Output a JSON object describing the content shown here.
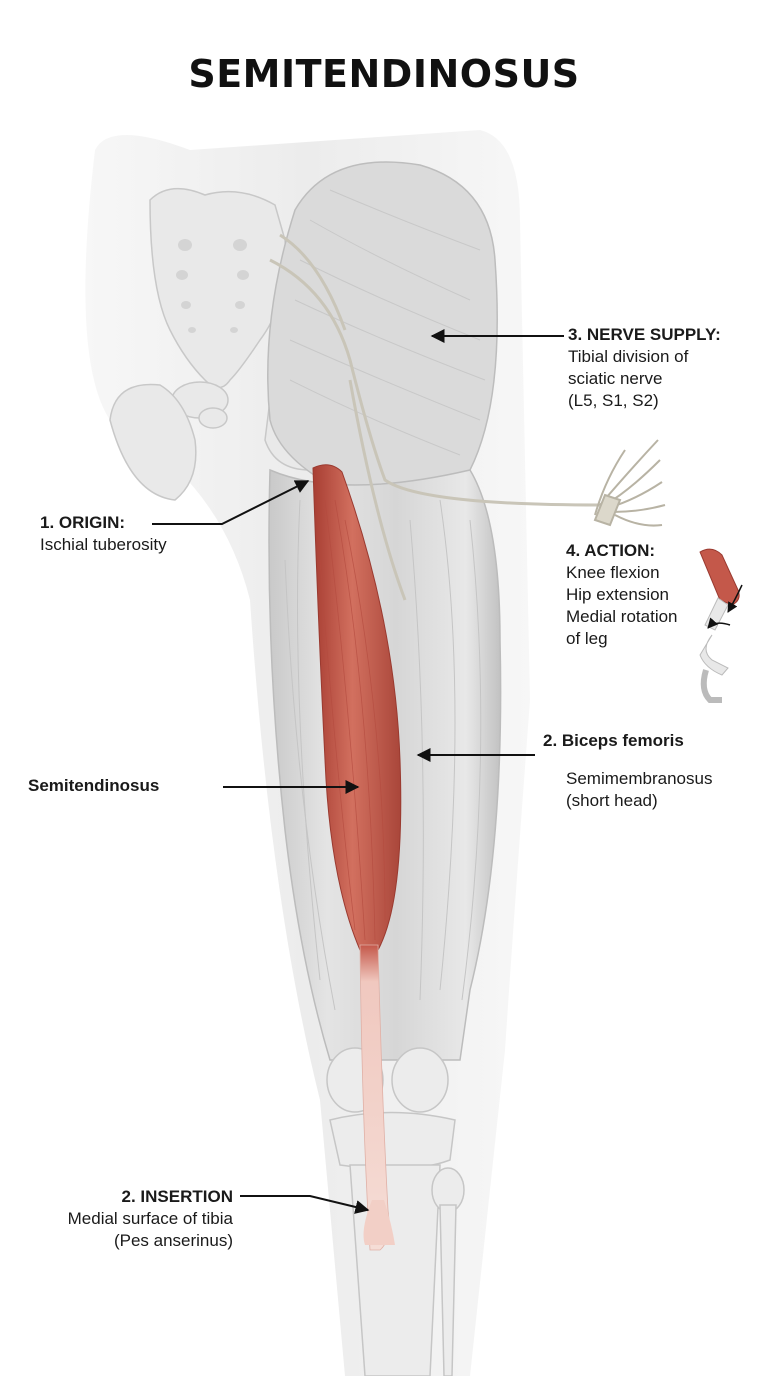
{
  "title": "SEMITENDINOSUS",
  "labels": {
    "origin": {
      "heading": "1. ORIGIN:",
      "text": "Ischial tuberosity"
    },
    "nerve": {
      "heading": "3. NERVE SUPPLY:",
      "line1": "Tibial division of",
      "line2": "sciatic nerve",
      "line3": "(L5, S1, S2)"
    },
    "action": {
      "heading": "4. ACTION:",
      "line1": "Knee flexion",
      "line2": "Hip extension",
      "line3": "Medial rotation",
      "line4": "of leg"
    },
    "biceps": {
      "heading": "2. Biceps femoris"
    },
    "semimembranosus": {
      "line1": "Semimembranosus",
      "line2": "(short head)"
    },
    "muscle": {
      "heading": "Semitendinosus"
    },
    "insertion": {
      "heading": "2. INSERTION",
      "line1": "Medial surface of tibia",
      "line2": "(Pes anserinus)"
    }
  },
  "colors": {
    "muscle_highlight": "#c4584a",
    "muscle_dark": "#a83e33",
    "tendon": "#f0c8bf",
    "bone": "#e6e6e6",
    "context_muscle": "#d4d4d4",
    "nerve": "#c9c5b8",
    "arrow": "#111111"
  },
  "icons": [
    "pelvis-illustration",
    "leg-muscle-illustration",
    "nerve-branch-icon",
    "knee-flexion-icon"
  ]
}
